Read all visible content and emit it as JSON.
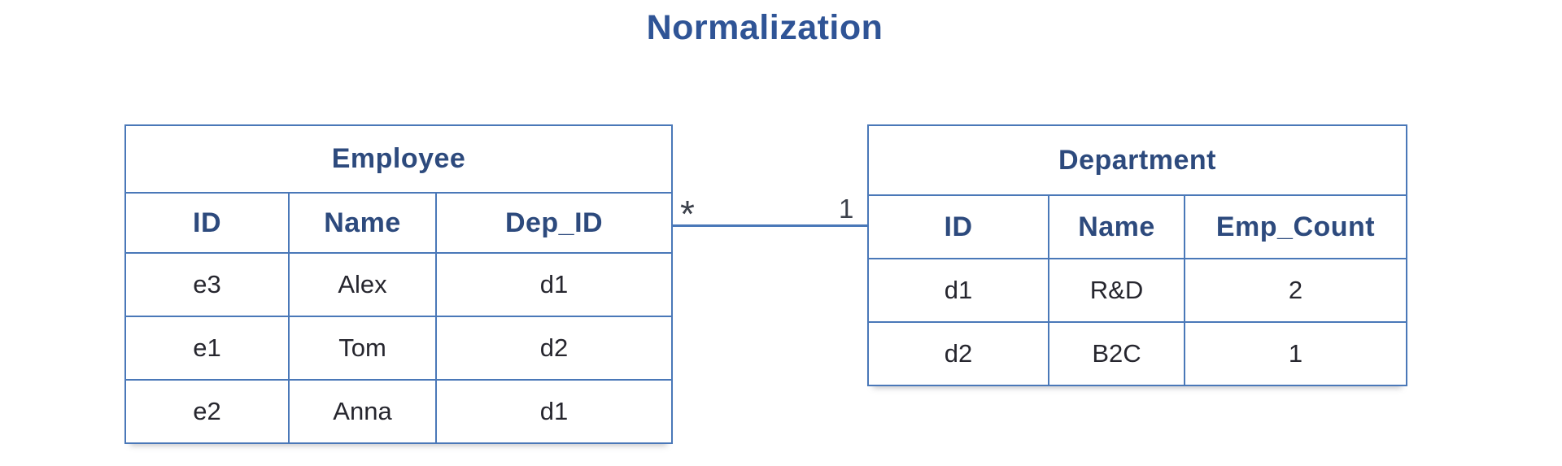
{
  "page_title": "Normalization",
  "diagram": {
    "relationship": {
      "many_label": "*",
      "one_label": "1"
    },
    "tables": {
      "employee": {
        "name": "Employee",
        "columns": [
          "ID",
          "Name",
          "Dep_ID"
        ],
        "rows": [
          [
            "e3",
            "Alex",
            "d1"
          ],
          [
            "e1",
            "Tom",
            "d2"
          ],
          [
            "e2",
            "Anna",
            "d1"
          ]
        ]
      },
      "department": {
        "name": "Department",
        "columns": [
          "ID",
          "Name",
          "Emp_Count"
        ],
        "rows": [
          [
            "d1",
            "R&D",
            "2"
          ],
          [
            "d2",
            "B2C",
            "1"
          ]
        ]
      }
    }
  },
  "colors": {
    "title_blue": "#2f5496",
    "heading_navy": "#2d4a7d",
    "border_blue": "#4a78b8",
    "data_text": "#26262e",
    "cardinality_text": "#3c414b",
    "background": "#ffffff"
  }
}
